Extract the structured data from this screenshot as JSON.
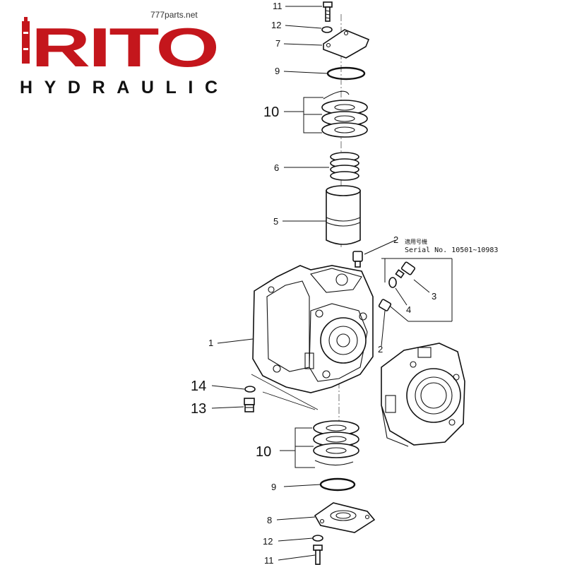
{
  "brand": {
    "site": "777parts.net",
    "logo_main": "RITO",
    "logo_sub": "HYDRAULIC",
    "logo_color": "#c4161c",
    "ink_color": "#111111"
  },
  "note": {
    "japanese": "適用号機",
    "serial": "Serial  No. 10501~10983"
  },
  "callouts": {
    "c1": "1",
    "c2a": "2",
    "c2b": "2",
    "c3": "3",
    "c4": "4",
    "c5": "5",
    "c6": "6",
    "c7": "7",
    "c8": "8",
    "c9a": "9",
    "c9b": "9",
    "c10a": "10",
    "c10b": "10",
    "c11a": "11",
    "c11b": "11",
    "c12a": "12",
    "c12b": "12",
    "c13": "13",
    "c14": "14"
  }
}
